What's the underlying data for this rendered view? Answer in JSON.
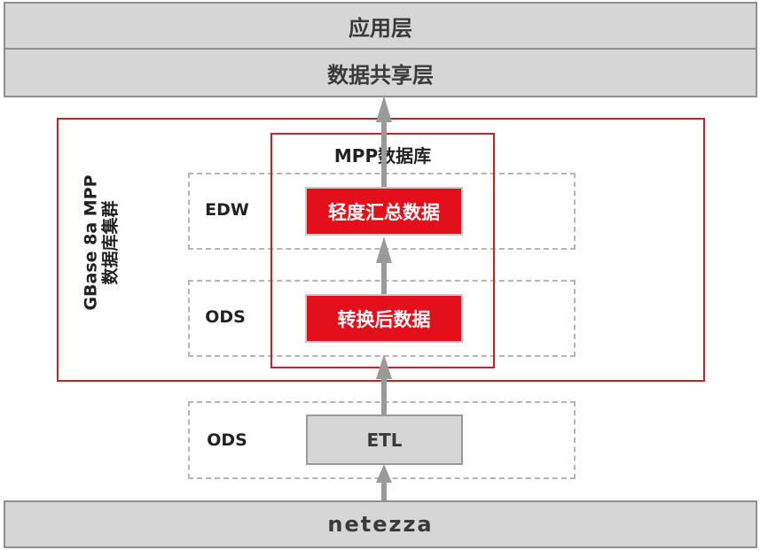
{
  "layers": {
    "application": "应用层",
    "data_sharing": "数据共享层",
    "source": "netezza"
  },
  "cluster": {
    "label_line1": "GBase 8a MPP",
    "label_line2": "数据库集群"
  },
  "mpp_database": {
    "title": "MPP数据库"
  },
  "rows": {
    "edw_label": "EDW",
    "ods_inner_label": "ODS",
    "ods_outer_label": "ODS"
  },
  "boxes": {
    "light_summary": "轻度汇总数据",
    "transformed": "转换后数据",
    "etl": "ETL"
  },
  "colors": {
    "red_accent": "#cc1f2a",
    "red_fill": "#e3101c",
    "gray_fill": "#d6d6d6",
    "arrow_gray": "#9a9a9a",
    "dash_gray": "#b5b5b5"
  }
}
